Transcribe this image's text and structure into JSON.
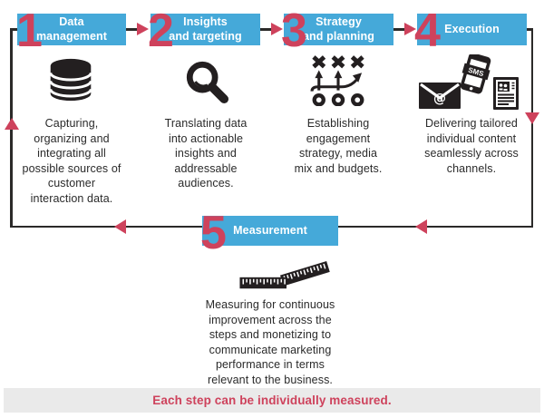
{
  "palette": {
    "accent_cyan": "#45a9d9",
    "accent_red": "#ce425c",
    "ink_black": "#231f20",
    "line_black": "#2b2a29",
    "footer_bg": "#eaeaea",
    "title_white": "#ffffff"
  },
  "steps": [
    {
      "number": "1",
      "title_lines": [
        "Data",
        "management"
      ],
      "icon": "database-icon",
      "description_lines": [
        "Capturing,",
        "organizing and",
        "integrating all",
        "possible sources of",
        "customer",
        "interaction data."
      ]
    },
    {
      "number": "2",
      "title_lines": [
        "Insights",
        "and targeting"
      ],
      "icon": "magnifier-icon",
      "description_lines": [
        "Translating data",
        "into actionable",
        "insights and",
        "addressable",
        "audiences."
      ]
    },
    {
      "number": "3",
      "title_lines": [
        "Strategy",
        "and planning"
      ],
      "icon": "strategy-playbook-icon",
      "description_lines": [
        "Establishing",
        "engagement",
        "strategy, media",
        "mix and budgets."
      ]
    },
    {
      "number": "4",
      "title_lines": [
        "Execution"
      ],
      "icon": "channels-icon",
      "description_lines": [
        "Delivering tailored",
        "individual content",
        "seamlessly across",
        "channels."
      ]
    },
    {
      "number": "5",
      "title_lines": [
        "Measurement"
      ],
      "icon": "ruler-icon",
      "description_lines": [
        "Measuring for continuous",
        "improvement across the",
        "steps and monetizing to",
        "communicate marketing",
        "performance in terms",
        "relevant to the business."
      ]
    }
  ],
  "footer": {
    "note": "Each step can be individually measured."
  }
}
